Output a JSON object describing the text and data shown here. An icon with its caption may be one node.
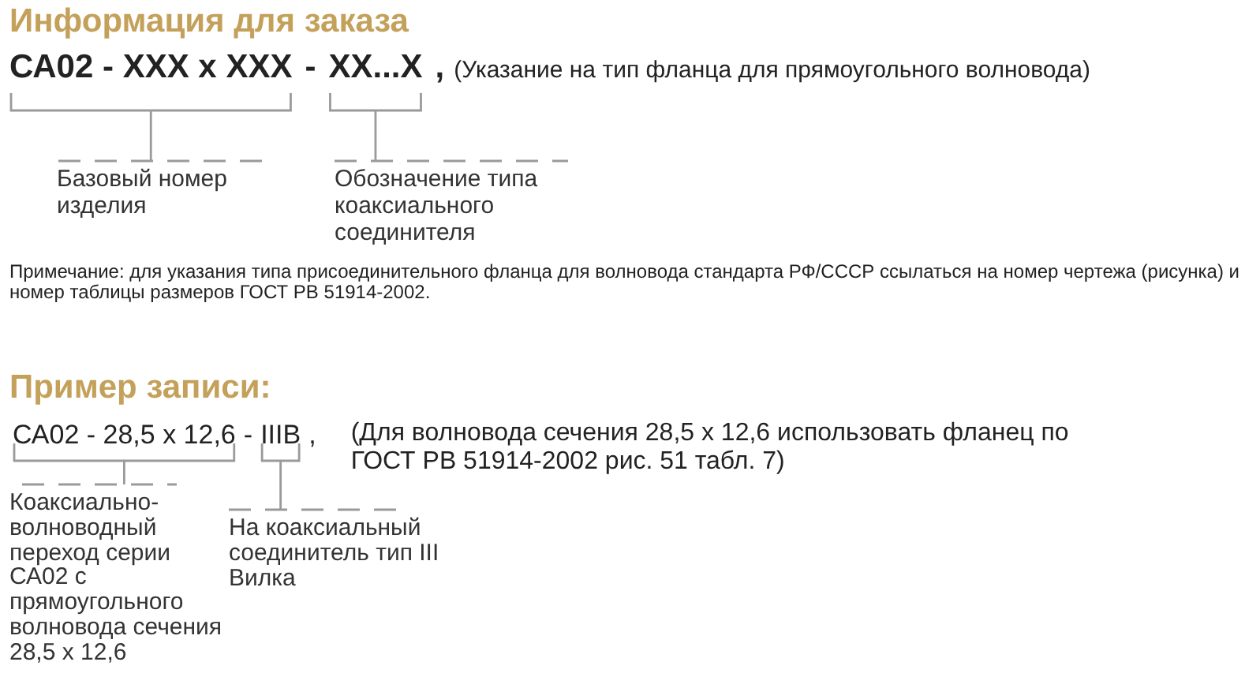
{
  "diagram": {
    "labels": [
      "Информация для заказа",
      "СА02 - XXX х XXX",
      "-",
      "XX...X",
      ",",
      "(Указание на тип фланца для прямоугольного волновода)",
      "Базовый номер изделия",
      "Обозначение типа коаксиального соединителя",
      "Примечание: для указания типа присоединительного фланца для волновода стандарта РФ/СССР ссылаться на номер чертежа (рисунка) и номер таблицы размеров ГОСТ РВ 51914-2002.",
      "Пример записи:",
      "СА02 - 28,5 х 12,6",
      "-",
      "IIIB",
      ",",
      "(Для волновода сечения 28,5 х 12,6 использовать фланец по ГОСТ РВ 51914-2002 рис. 51 табл. 7)",
      "Коаксиально-волноводный переход серии СА02 с прямоугольного волновода сечения 28,5 х 12,6",
      "На коаксиальный соединитель тип III Вилка"
    ]
  }
}
